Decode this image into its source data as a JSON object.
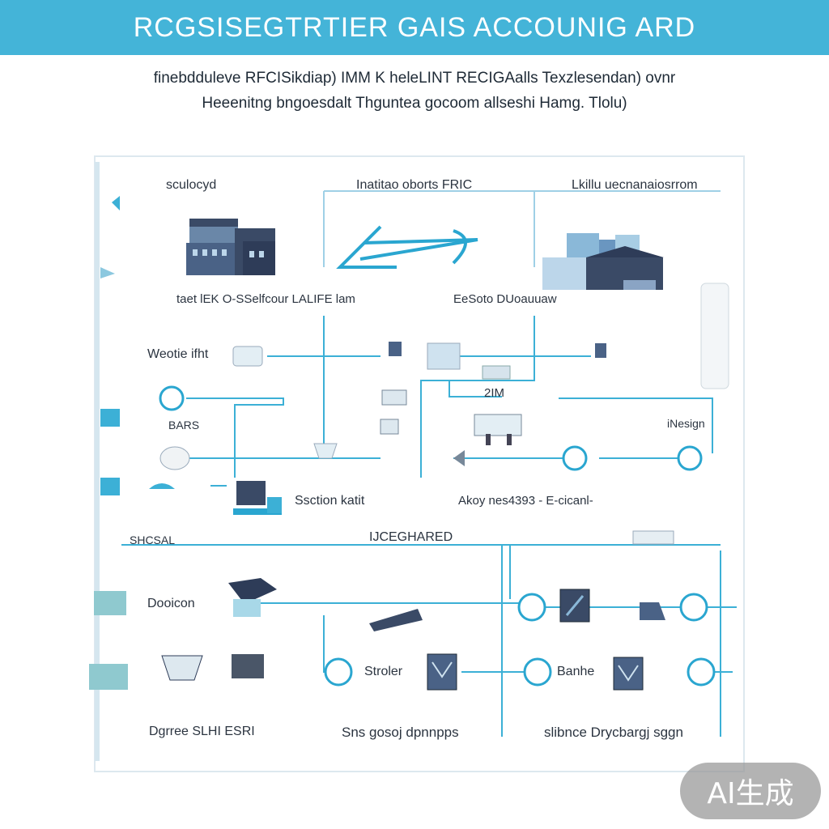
{
  "header": {
    "title": "RCGSISEGTRTIER GAIS ACCOUNIG ARD",
    "subtitle_line1": "finebdduleve RFCISikdiap) IMM K heleLINT RECIGAalls Texzlesendan)  ovnr",
    "subtitle_line2": "Heeenitng bngoesdalt Thguntea gocoom allseshi Hamg. Tlolu)"
  },
  "diagram": {
    "top_labels": [
      "sculocyd",
      "Inatitao oborts FRIC",
      "Lkillu uecnanaiosrrom"
    ],
    "caption_left": "taet lEK O-SSelfcour LALIFE  lam",
    "caption_right": "EeSoto  DUoauuaw",
    "row_labels": {
      "website": "Weotie  ifht",
      "bars": "BARS",
      "nesign": "iNesign",
      "center_code": "2IM",
      "section": "Ssction katit",
      "aloy": "Akoy nes4393 - E-cicanl-",
      "shchal": "SHCSAL",
      "shared": "IJCEGHARED",
      "dooicon": "Dooicon",
      "stroler": "Stroler",
      "banhe": "Banhe",
      "foot_left": "Dgrree SLHI ESRI",
      "foot_mid": "Sns gosoj dpnnpps",
      "foot_right": "slibnce Drycbargj sggn"
    }
  },
  "watermark": {
    "text": "AI生成"
  },
  "colors": {
    "banner": "#44b4d8",
    "line": "#3cb0d6",
    "node": "#2aa6d0",
    "building_dark": "#3a4a66",
    "building_light": "#8ab8d8"
  }
}
